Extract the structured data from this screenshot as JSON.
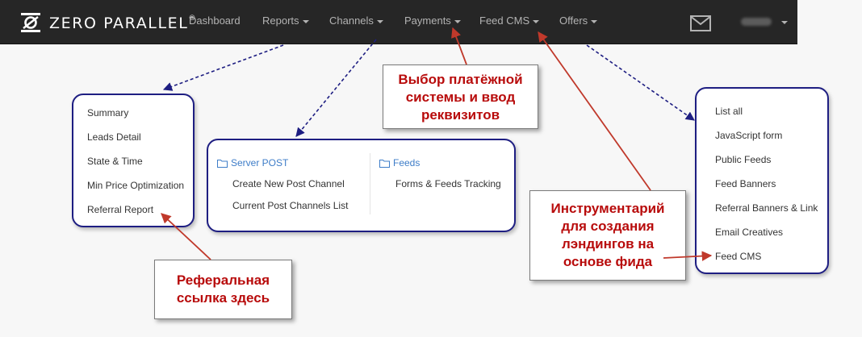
{
  "navbar": {
    "brand": "ZERO PARALLEL",
    "brand_mark": "®",
    "items": [
      "Dashboard",
      "Reports",
      "Channels",
      "Payments",
      "Feed CMS",
      "Offers"
    ],
    "user_name": "••••••",
    "background": "#262626",
    "text_color": "#b3b3b3"
  },
  "reports_menu": {
    "items": [
      "Summary",
      "Leads Detail",
      "State & Time",
      "Min Price Optimization",
      "Referral Report"
    ]
  },
  "channels_menu": {
    "server_post": {
      "heading": "Server POST",
      "items": [
        "Create New Post Channel",
        "Current Post Channels List"
      ]
    },
    "feeds": {
      "heading": "Feeds",
      "items": [
        "Forms & Feeds Tracking"
      ]
    }
  },
  "offers_menu": {
    "items": [
      "List all",
      "JavaScript form",
      "Public Feeds",
      "Feed Banners",
      "Referral Banners & Link",
      "Email Creatives",
      "Feed CMS"
    ]
  },
  "annotations": {
    "payments": [
      "Выбор платёжной",
      "системы и ввод",
      "реквизитов"
    ],
    "referral": [
      "Реферальная",
      "ссылка здесь"
    ],
    "feed_cms": [
      "Инструментарий",
      "для создания",
      "лэндингов на",
      "основе фида"
    ]
  },
  "colors": {
    "panel_border": "#1e1e82",
    "annotation_text": "#b80b0b",
    "arrow_red": "#c0392b",
    "arrow_blue": "#1e1e82",
    "link_blue": "#3e7dc8"
  }
}
